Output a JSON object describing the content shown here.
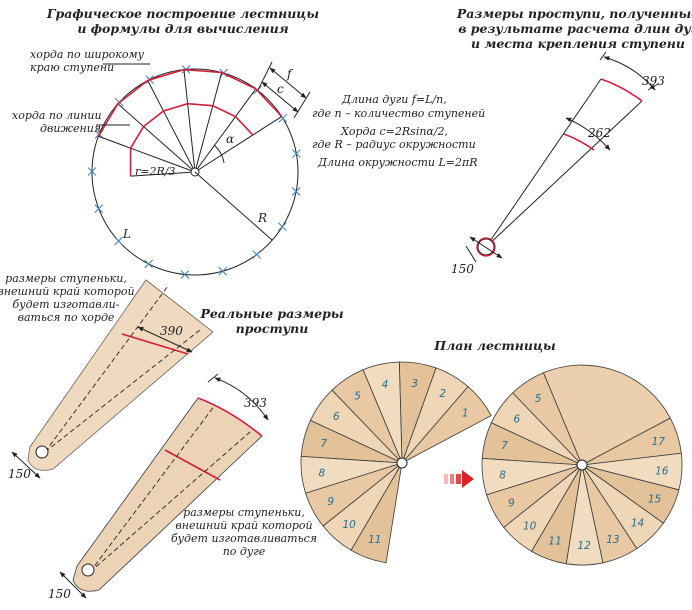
{
  "titles": {
    "construction": [
      "Графическое построение лестницы",
      "и формулы для вычисления"
    ],
    "tread_size": [
      "Размеры проступи, полученные",
      "в результате расчета длин дуг",
      "и места крепления ступени"
    ],
    "real_size": [
      "Реальные размеры",
      "проступи"
    ],
    "plan": "План лестницы"
  },
  "circle_labels": {
    "chord_wide": [
      "хорда по широкому",
      "краю ступени"
    ],
    "chord_walk": [
      "хорда по линии",
      "движения"
    ],
    "f": "f",
    "c": "c",
    "alpha": "α",
    "r_small": "r=2R/3",
    "R": "R",
    "L": "L"
  },
  "formulas": {
    "arc_1": "Длина дуги f=L/n,",
    "arc_2": "где n – количество ступеней",
    "chord_1": "Хорда c=2Rsinα/2,",
    "chord_2": "где R – радиус окружности",
    "circ": "Длина окружности L=2πR"
  },
  "dimensions": {
    "d393": "393",
    "d262": "262",
    "d150": "150",
    "d390": "390"
  },
  "notes": {
    "chord_step": [
      "размеры ступеньки,",
      "внешний край которой",
      "будет изготавли-",
      "ваться по хорде"
    ],
    "arc_step": [
      "размеры ступеньки,",
      "внешний край которой",
      "будет изготавливаться",
      "по дуге"
    ]
  },
  "plan": {
    "partial_steps": [
      "1",
      "2",
      "3",
      "4",
      "5",
      "6",
      "7",
      "8",
      "9",
      "10",
      "11"
    ],
    "full_steps": [
      "5",
      "6",
      "7",
      "8",
      "9",
      "10",
      "11",
      "12",
      "13",
      "14",
      "15",
      "16",
      "17"
    ]
  },
  "colors": {
    "tread_fill": "#ecd3b5",
    "accent_red": "#d21f3c",
    "mark_blue": "#4a86b8",
    "number_blue": "#2b6f8f",
    "arrow_red": "#d8232a"
  }
}
